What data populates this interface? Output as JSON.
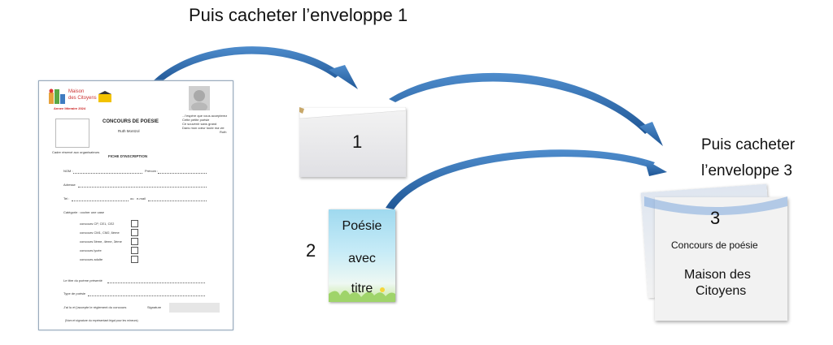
{
  "texts": {
    "top_caption": "Puis cacheter l’enveloppe 1",
    "right_caption_l1": "Puis cacheter",
    "right_caption_l2": "l’enveloppe 3",
    "label_2": "2",
    "env1_number": "1",
    "env3_number": "3",
    "env3_line1": "Concours de poésie",
    "env3_line2a": "Maison des",
    "env3_line2b": "Citoyens",
    "card_w1": "Poésie",
    "card_w2": "avec",
    "card_w3": "titre"
  },
  "form": {
    "logo_l1": "Maison",
    "logo_l2": "des Citoyens",
    "logo_sub": "Annee litteraire 2024",
    "quote_l1": "...l'espère que vous accepterez",
    "quote_l2": "Cette petite poésie",
    "quote_l3": "Ce souvenir sans grand",
    "quote_l4": "Dans mon cœur toute ma vie",
    "quote_author": "Ruth",
    "title": "CONCOURS DE POESIE",
    "subtitle": "Ruth Montzol",
    "organizers": "Cadre réservé aux organisateurs",
    "fiche": "FICHE D'INSCRIPTION",
    "nom": "NOM :",
    "prenom": "Prénom :",
    "adresse": "Adresse",
    "tel": "Tel :",
    "ou": "ou",
    "email": "e-mail",
    "categorie": "Catégorie : cocher une case",
    "cat1": "concours CP, CE1, CE2",
    "cat2": "concours CM1, CM2, 6ème",
    "cat3": "concours 5ème, 4ème, 3ème",
    "cat4": "concours lycée",
    "cat5": "concours adulte",
    "titre_poeme": "Le titre du poème présenté",
    "type_poesie": "Type de poésie",
    "reglement": "J'ai lu et j'accepte le règlement du concours",
    "signature": "Signature",
    "footnote": "(Nom et signature du représentant légal pour les mineurs)"
  },
  "colors": {
    "arrow": "#2f6aa8",
    "card_sky": "#9fd9ef",
    "card_grass": "#c7e89a"
  }
}
